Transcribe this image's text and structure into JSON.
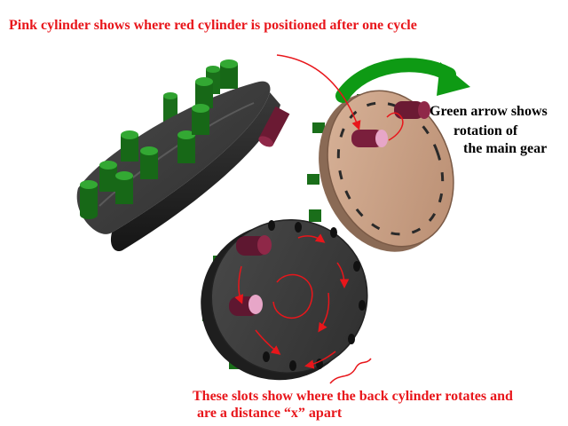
{
  "annotations": {
    "pink_caption": "Pink cylinder shows where red cylinder is positioned after one cycle",
    "green_caption_line1": "Green arrow shows",
    "green_caption_line2": "rotation of",
    "green_caption_line3": "the main gear",
    "slots_caption_line1": "These slots show where the back cylinder rotates and",
    "slots_caption_line2": "are a distance “x” apart"
  },
  "colors": {
    "annotation_red": "#e8161b",
    "annotation_green": "#0e9a14",
    "gear_dark": "#3b3b3b",
    "gear_tan": "#c8a186",
    "pin_green": "#1f8a1f",
    "pin_maroon": "#7a1f3c",
    "pin_pink": "#e7a6c8"
  }
}
